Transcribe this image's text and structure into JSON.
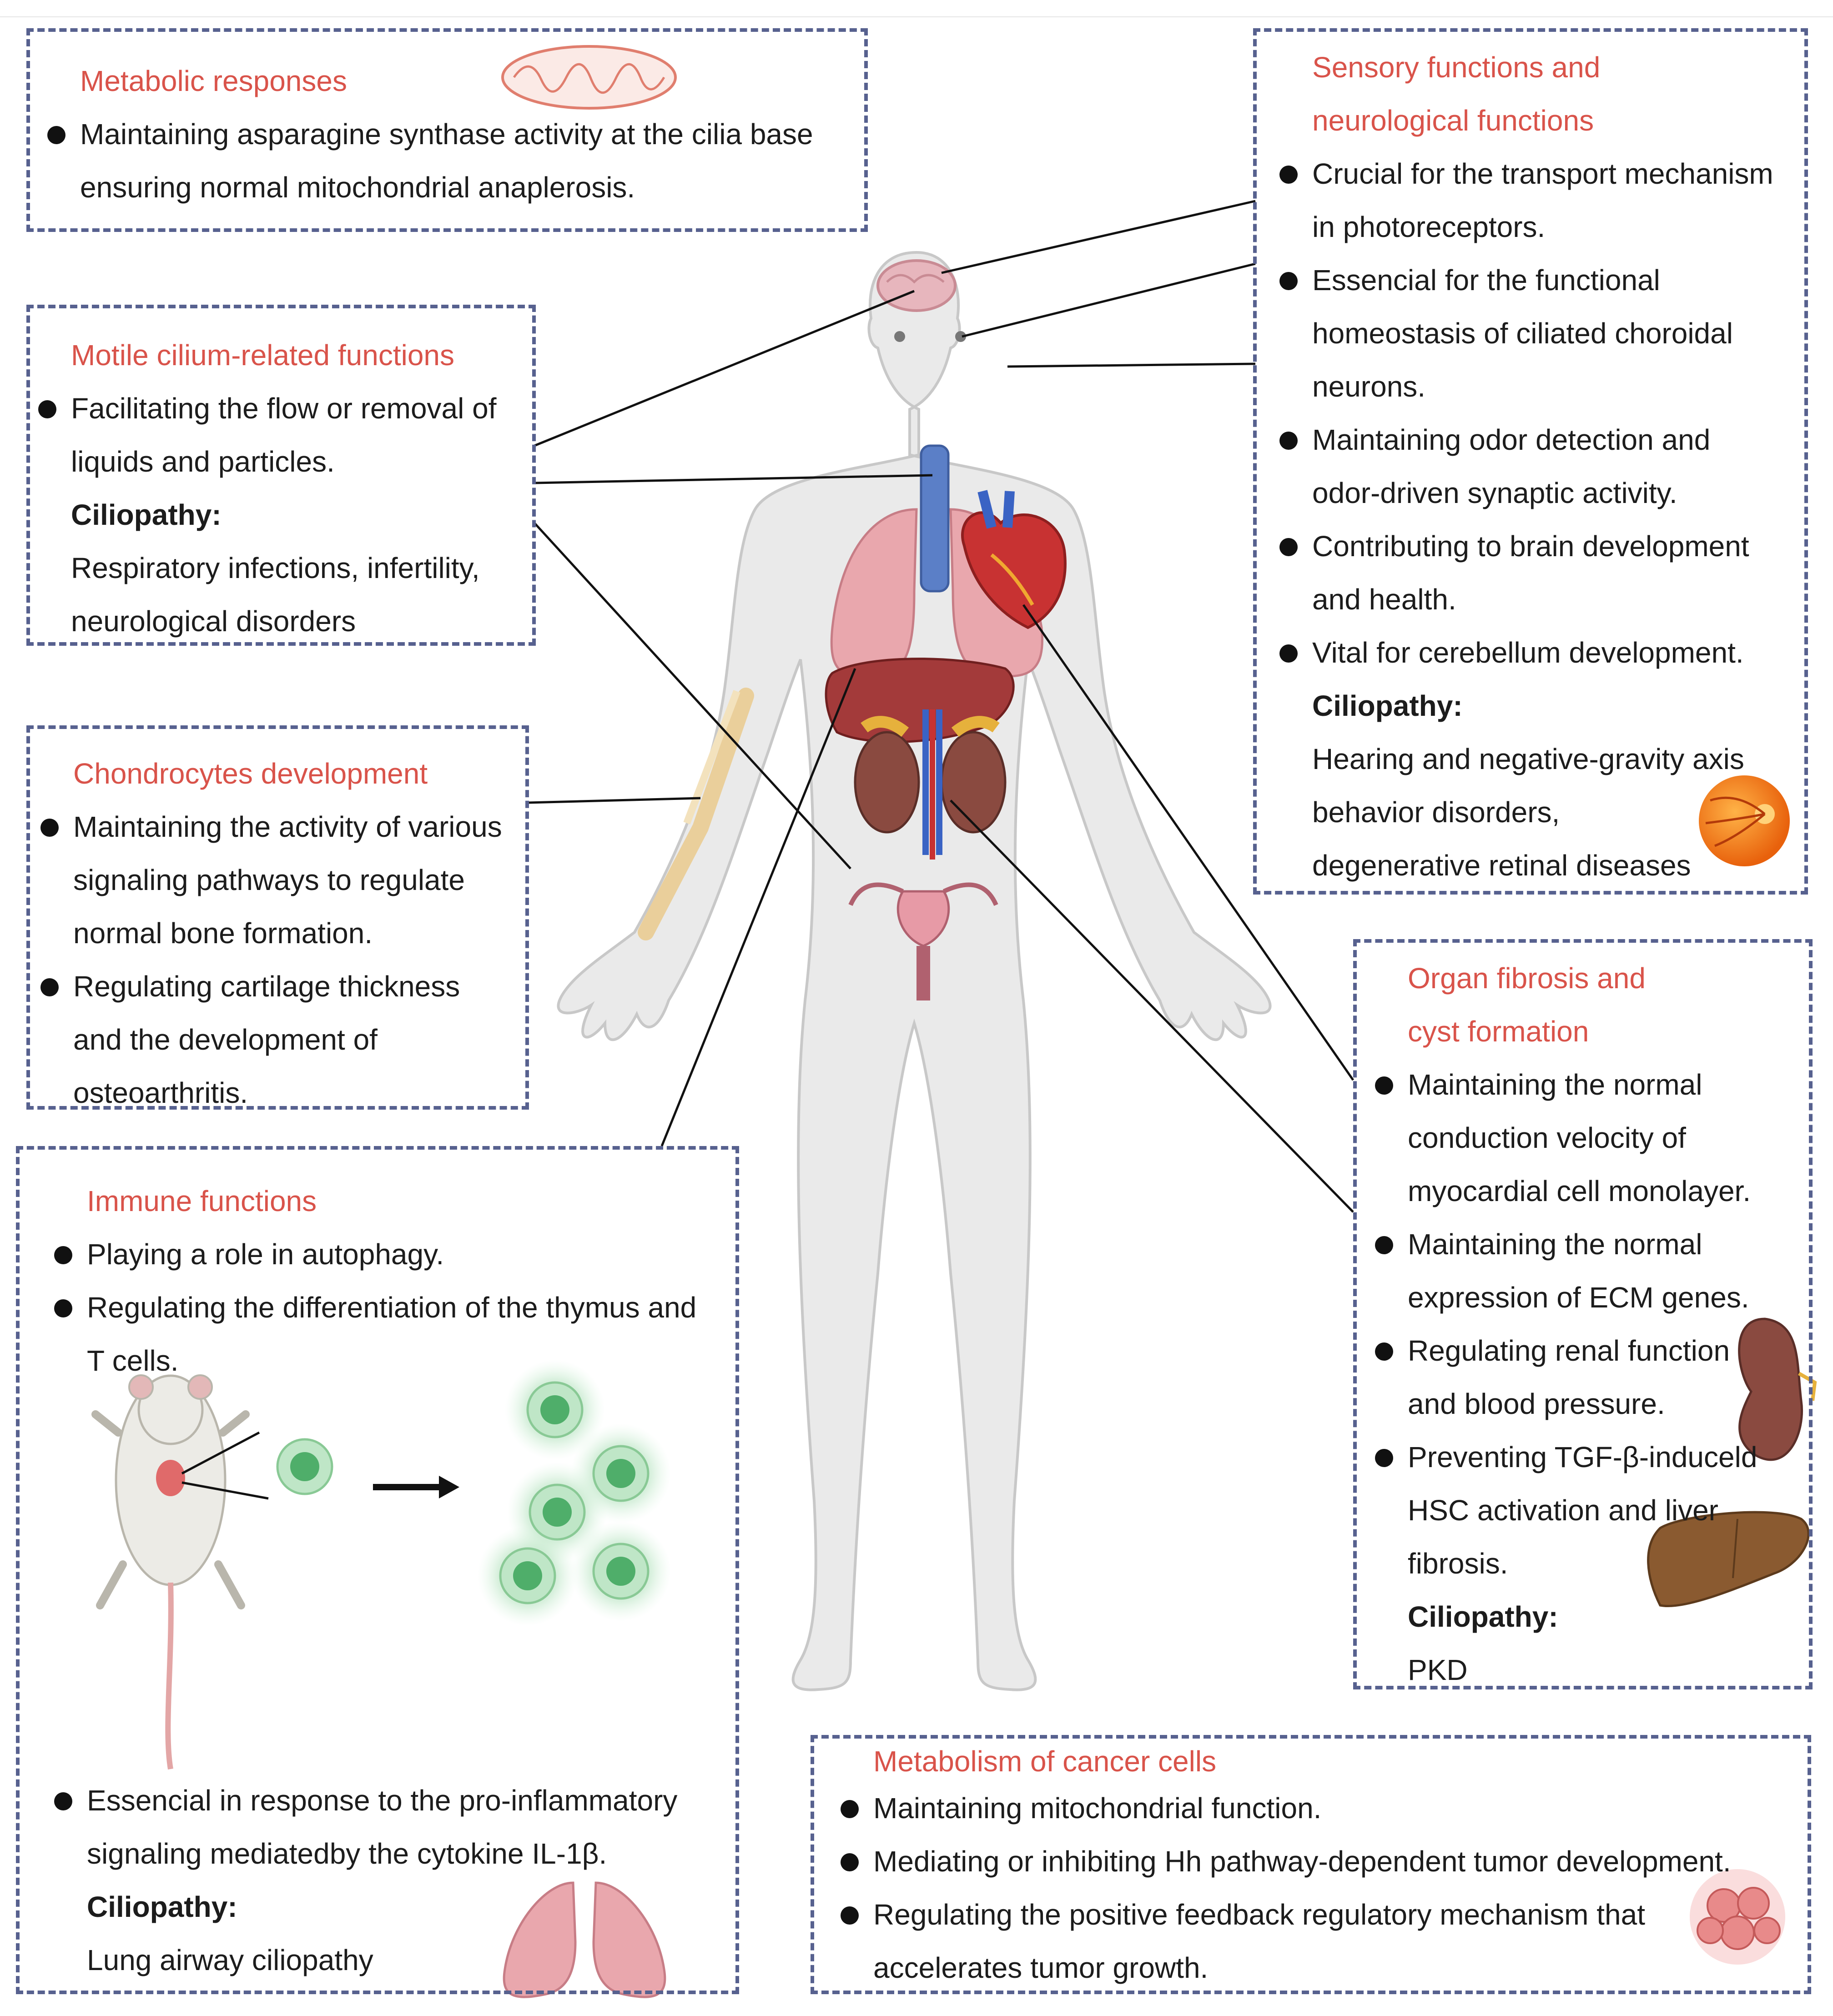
{
  "boxes": {
    "metabolic": {
      "title": "Metabolic responses",
      "items": [
        "Maintaining asparagine synthase activity at the cilia base\nensuring normal mitochondrial anaplerosis."
      ]
    },
    "motile": {
      "title": "Motile cilium-related functions",
      "items": [
        "Facilitating the flow or removal of\nliquids and particles."
      ],
      "ciliopathy_label": "Ciliopathy:",
      "ciliopathy": "Respiratory infections, infertility,\nneurological disorders"
    },
    "chondro": {
      "title": "Chondrocytes development",
      "items": [
        "Maintaining the activity of various\nsignaling pathways to regulate\n normal bone formation.",
        "Regulating cartilage thickness\nand the development of\nosteoarthritis."
      ]
    },
    "immune": {
      "title": "Immune functions",
      "items": [
        "Playing a role  in autophagy.",
        "Regulating the differentiation of the thymus and\nT cells.",
        "Essencial in response to the pro-inflammatory\nsignaling mediatedby the cytokine IL-1β."
      ],
      "ciliopathy_label": "Ciliopathy:",
      "ciliopathy": "Lung airway ciliopathy"
    },
    "sensory": {
      "title": "Sensory functions and\nneurological functions",
      "items": [
        "Crucial for the transport mechanism\nin photoreceptors.",
        "Essencial for the functional\nhomeostasis of ciliated choroidal\nneurons.",
        "Maintaining odor detection and\nodor-driven synaptic activity.",
        "Contributing to brain development\nand health.",
        "Vital for cerebellum development."
      ],
      "ciliopathy_label": "Ciliopathy:",
      "ciliopathy": "Hearing and negative-gravity axis\nbehavior disorders,\ndegenerative retinal diseases"
    },
    "fibrosis": {
      "title": "Organ fibrosis and\ncyst formation",
      "items": [
        "Maintaining the normal\nconduction velocity of\nmyocardial cell monolayer.",
        "Maintaining the normal\nexpression of ECM genes.",
        "Regulating renal function\nand blood pressure.",
        "Preventing TGF-β-induceld\nHSC activation and liver\nfibrosis."
      ],
      "ciliopathy_label": "Ciliopathy:",
      "ciliopathy": "PKD"
    },
    "cancer": {
      "title": "Metabolism of cancer cells",
      "items": [
        "Maintaining mitochondrial function.",
        "Mediating or inhibiting Hh pathway-dependent tumor development.",
        "Regulating the positive feedback regulatory mechanism that\naccelerates tumor growth."
      ]
    }
  },
  "illustrations": {
    "body": "human-body-icon",
    "mitochondrion": "mitochondrion-icon",
    "retina": "retina-eye-icon",
    "kidney": "kidney-icon",
    "liver": "liver-icon",
    "lungs": "lungs-icon",
    "tumor": "tumor-cells-icon",
    "mouse": "mouse-icon",
    "t_cells": "t-cell-icon"
  },
  "colors": {
    "title": "#d9534a",
    "border": "#57618f",
    "body": "#eaeaea",
    "lung": "#e9a7ad",
    "liver": "#a33a3a",
    "kidney": "#8a4a40",
    "trachea": "#5b7fc7",
    "bone": "#eacf9b",
    "t_cell": "#4fae6a"
  }
}
